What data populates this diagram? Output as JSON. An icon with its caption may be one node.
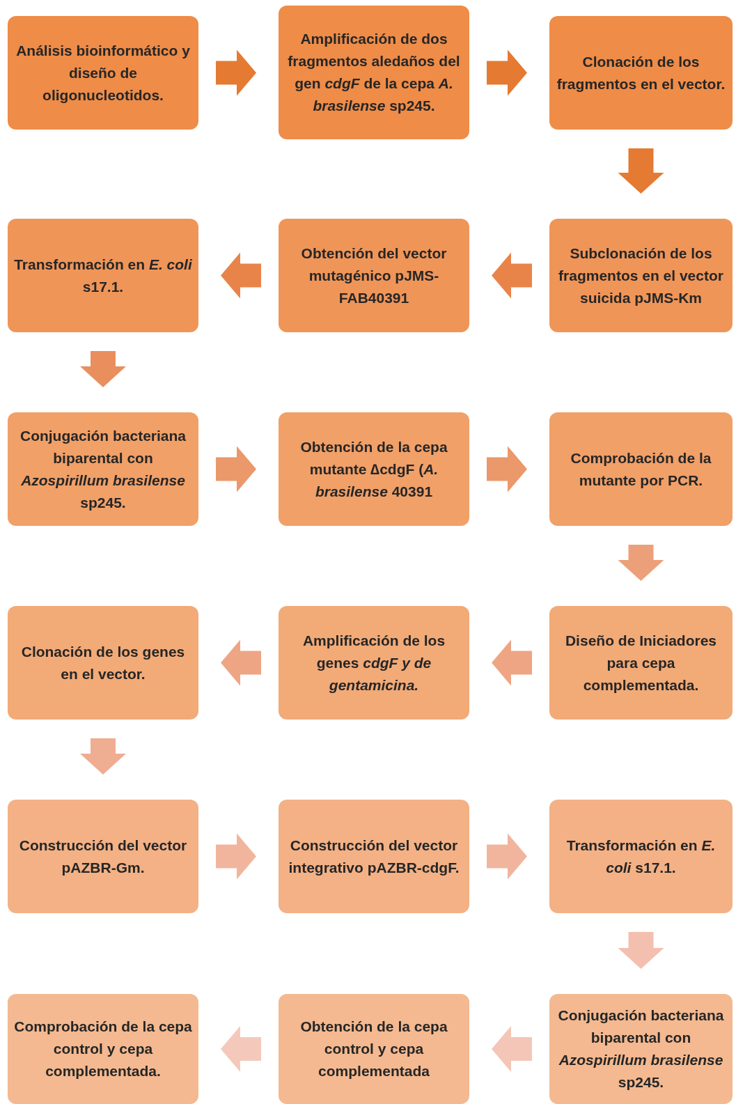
{
  "diagram": {
    "nodes": [
      {
        "text": [
          "Análisis bioinformático y diseño de oligonucleotidos."
        ]
      },
      {
        "text": [
          "Amplificación de dos fragmentos aledaños del gen *cdgF* de la cepa *A. brasilense* sp245."
        ]
      },
      {
        "text": [
          "Clonación de los fragmentos en el vector."
        ]
      },
      {
        "text": [
          "Subclonación de los fragmentos en el vector suicida pJMS-Km"
        ]
      },
      {
        "text": [
          "Obtención del vector mutagénico pJMS-FAB40391"
        ]
      },
      {
        "text": [
          "Transformación en *E. coli* s17.1."
        ]
      },
      {
        "text": [
          "Conjugación bacteriana biparental con *Azospirillum brasilense* sp245."
        ]
      },
      {
        "text": [
          "Obtención de la cepa mutante ∆cdgF (*A. brasilense* 40391"
        ]
      },
      {
        "text": [
          "Comprobación de la mutante por PCR."
        ]
      },
      {
        "text": [
          "Diseño de Iniciadores para cepa complementada."
        ]
      },
      {
        "text": [
          "Amplificación de los genes  *cdgF y de gentamicina.*"
        ]
      },
      {
        "text": [
          "Clonación de los genes en el vector."
        ]
      },
      {
        "text": [
          "Construcción del vector pAZBR-Gm."
        ]
      },
      {
        "text": [
          "Construcción del vector integrativo pAZBR-cdgF."
        ]
      },
      {
        "text": [
          "Transformación en *E. coli* s17.1."
        ]
      },
      {
        "text": [
          "Conjugación bacteriana biparental con *Azospirillum brasilense* sp245."
        ]
      },
      {
        "text": [
          "Obtención de la cepa control y cepa complementada"
        ]
      },
      {
        "text": [
          "Comprobación de la cepa control y cepa complementada."
        ]
      }
    ],
    "edges": [
      {
        "from": 0,
        "to": 1,
        "arrow": "to",
        "style": "thick",
        "color": "#e57a33"
      },
      {
        "from": 1,
        "to": 2,
        "arrow": "to",
        "style": "thick",
        "color": "#e57a33"
      },
      {
        "from": 2,
        "to": 3,
        "arrow": "to",
        "style": "thick",
        "color": "#e57a33"
      },
      {
        "from": 3,
        "to": 4,
        "arrow": "to",
        "style": "thick",
        "color": "#e8844a"
      },
      {
        "from": 4,
        "to": 5,
        "arrow": "to",
        "style": "thick",
        "color": "#e8844a"
      },
      {
        "from": 5,
        "to": 6,
        "arrow": "to",
        "style": "thick",
        "color": "#e98f5e"
      },
      {
        "from": 6,
        "to": 7,
        "arrow": "to",
        "style": "thick",
        "color": "#eb986a"
      },
      {
        "from": 7,
        "to": 8,
        "arrow": "to",
        "style": "thick",
        "color": "#eb986a"
      },
      {
        "from": 8,
        "to": 9,
        "arrow": "to",
        "style": "thick",
        "color": "#eca07a"
      },
      {
        "from": 9,
        "to": 10,
        "arrow": "to",
        "style": "thick",
        "color": "#eea584"
      },
      {
        "from": 10,
        "to": 11,
        "arrow": "to",
        "style": "thick",
        "color": "#eea584"
      },
      {
        "from": 11,
        "to": 12,
        "arrow": "to",
        "style": "thick",
        "color": "#efad92"
      },
      {
        "from": 12,
        "to": 13,
        "arrow": "to",
        "style": "thick",
        "color": "#f1b59d"
      },
      {
        "from": 13,
        "to": 14,
        "arrow": "to",
        "style": "thick",
        "color": "#f1b59d"
      },
      {
        "from": 14,
        "to": 15,
        "arrow": "to",
        "style": "thick",
        "color": "#f3bfae"
      },
      {
        "from": 15,
        "to": 16,
        "arrow": "to",
        "style": "thick",
        "color": "#f4c6b8"
      },
      {
        "from": 16,
        "to": 17,
        "arrow": "to",
        "style": "thick",
        "color": "#f4c9bc"
      }
    ]
  }
}
